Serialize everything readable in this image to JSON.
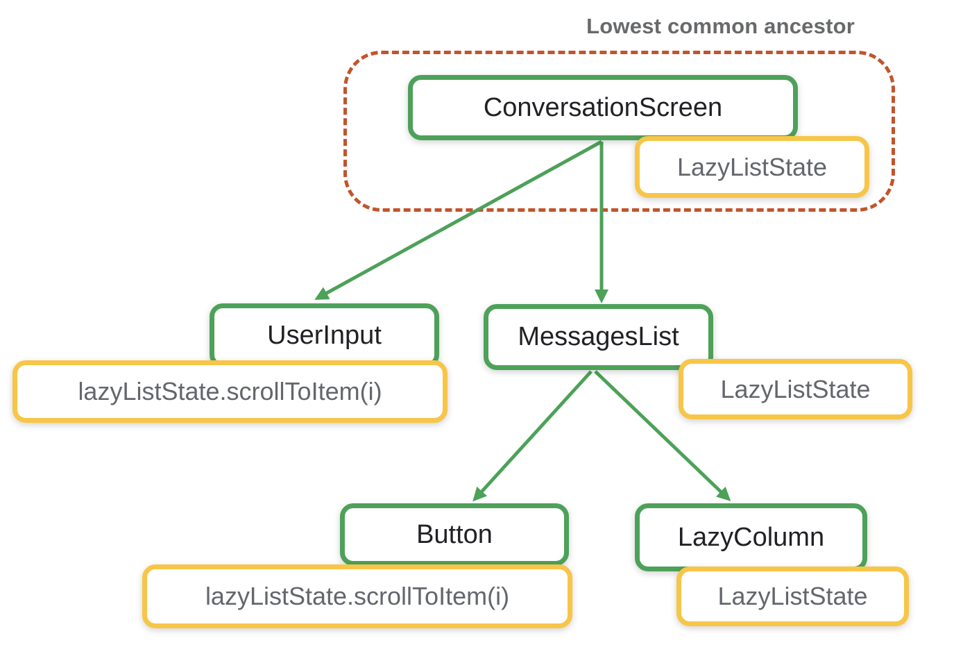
{
  "diagram": {
    "annotation": "Lowest common ancestor",
    "colors": {
      "node_border_green": "#4DA159",
      "state_border_yellow": "#F7C648",
      "lca_dashed_orange": "#C2542C",
      "node_text": "#202124",
      "state_text": "#63666B",
      "annotation_text": "#67696B",
      "arrow_green": "#4DA159"
    },
    "nodes": {
      "conversation_screen": {
        "label": "ConversationScreen"
      },
      "user_input": {
        "label": "UserInput"
      },
      "messages_list": {
        "label": "MessagesList"
      },
      "button": {
        "label": "Button"
      },
      "lazy_column": {
        "label": "LazyColumn"
      }
    },
    "states": {
      "conversation_screen_state": {
        "label": "LazyListState"
      },
      "user_input_call": {
        "label": "lazyListState.scrollToItem(i)"
      },
      "messages_list_state": {
        "label": "LazyListState"
      },
      "button_call": {
        "label": "lazyListState.scrollToItem(i)"
      },
      "lazy_column_state": {
        "label": "LazyListState"
      }
    },
    "edges": [
      {
        "from": "conversation_screen",
        "to": "user_input"
      },
      {
        "from": "conversation_screen",
        "to": "messages_list"
      },
      {
        "from": "messages_list",
        "to": "button"
      },
      {
        "from": "messages_list",
        "to": "lazy_column"
      }
    ]
  }
}
